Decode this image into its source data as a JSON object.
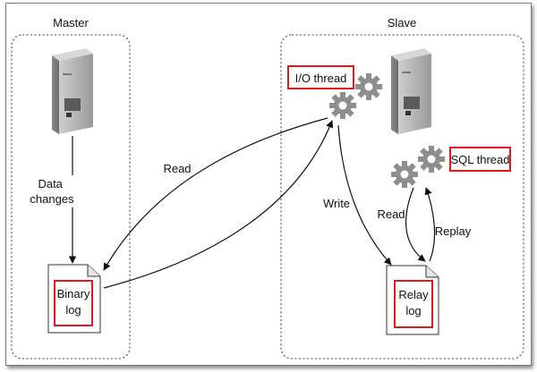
{
  "master": {
    "title": "Master",
    "data_changes": "Data changes",
    "binary_log": [
      "Binary",
      "log"
    ]
  },
  "slave": {
    "title": "Slave",
    "io_thread": "I/O thread",
    "sql_thread": "SQL thread",
    "relay_log": [
      "Relay",
      "log"
    ]
  },
  "flows": {
    "read_master": "Read",
    "write": "Write",
    "read_slave": "Read",
    "replay": "Replay"
  },
  "colors": {
    "highlight": "#e01a1a",
    "gear": "#8e8e8e",
    "server": "#a9a9a9"
  }
}
